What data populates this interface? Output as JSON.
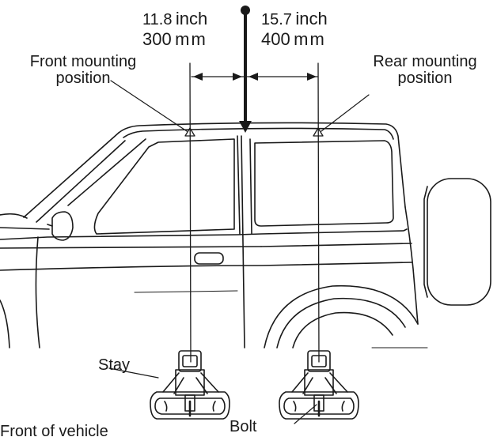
{
  "dimensions": {
    "front": {
      "inch_value": "11.8",
      "inch_unit": "inch",
      "mm_value": "300",
      "mm_unit": "mm"
    },
    "rear": {
      "inch_value": "15.7",
      "inch_unit": "inch",
      "mm_value": "400",
      "mm_unit": "mm"
    }
  },
  "labels": {
    "front_mounting_line1": "Front mounting",
    "front_mounting_line2": "position",
    "rear_mounting_line1": "Rear mounting",
    "rear_mounting_line2": "position",
    "stay": "Stay",
    "bolt": "Bolt",
    "front_of_vehicle": "Front of vehicle"
  },
  "colors": {
    "line": "#1a1a1a",
    "background": "#ffffff"
  }
}
